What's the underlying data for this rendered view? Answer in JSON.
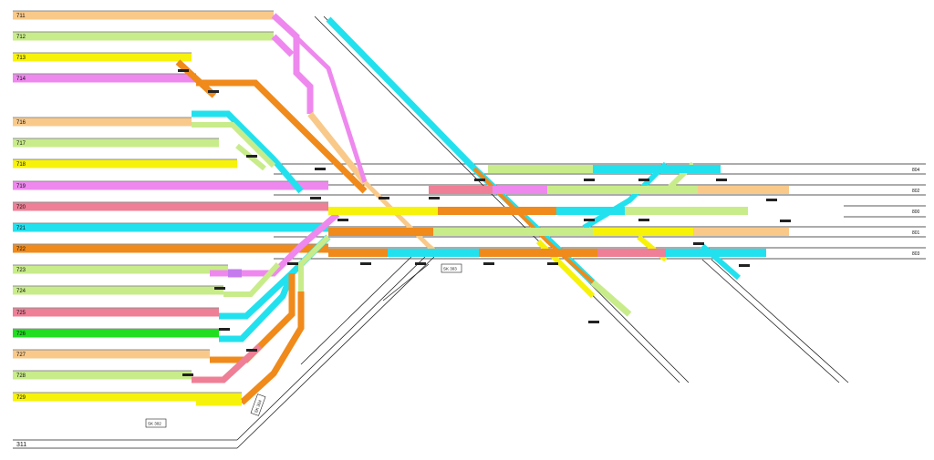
{
  "colors": {
    "peach": "#f9c98a",
    "lime": "#c8ec8a",
    "yellow": "#f7f20a",
    "magenta": "#ee88ee",
    "pink": "#ee7f96",
    "cyan": "#22e1ee",
    "orange": "#f08a1a",
    "green": "#22dd22",
    "violet": "#c57bee",
    "line": "#222222"
  },
  "tracks": [
    {
      "label": "711",
      "color": "peach"
    },
    {
      "label": "712",
      "color": "lime"
    },
    {
      "label": "713",
      "color": "yellow"
    },
    {
      "label": "714",
      "color": "magenta"
    },
    {
      "label": "716",
      "color": "peach"
    },
    {
      "label": "717",
      "color": "lime"
    },
    {
      "label": "718",
      "color": "yellow"
    },
    {
      "label": "719",
      "color": "magenta"
    },
    {
      "label": "720",
      "color": "pink"
    },
    {
      "label": "721",
      "color": "cyan"
    },
    {
      "label": "722",
      "color": "orange"
    },
    {
      "label": "723",
      "color": "lime"
    },
    {
      "label": "724",
      "color": "lime"
    },
    {
      "label": "725",
      "color": "pink"
    },
    {
      "label": "726",
      "color": "green"
    },
    {
      "label": "727",
      "color": "peach"
    },
    {
      "label": "728",
      "color": "lime"
    },
    {
      "label": "729",
      "color": "yellow"
    }
  ],
  "bottom_track": {
    "label": "311"
  },
  "right_labels": [
    "804",
    "802",
    "800",
    "801",
    "803"
  ],
  "box_labels": [
    "SK 302",
    "SK 303",
    "SK 304"
  ]
}
